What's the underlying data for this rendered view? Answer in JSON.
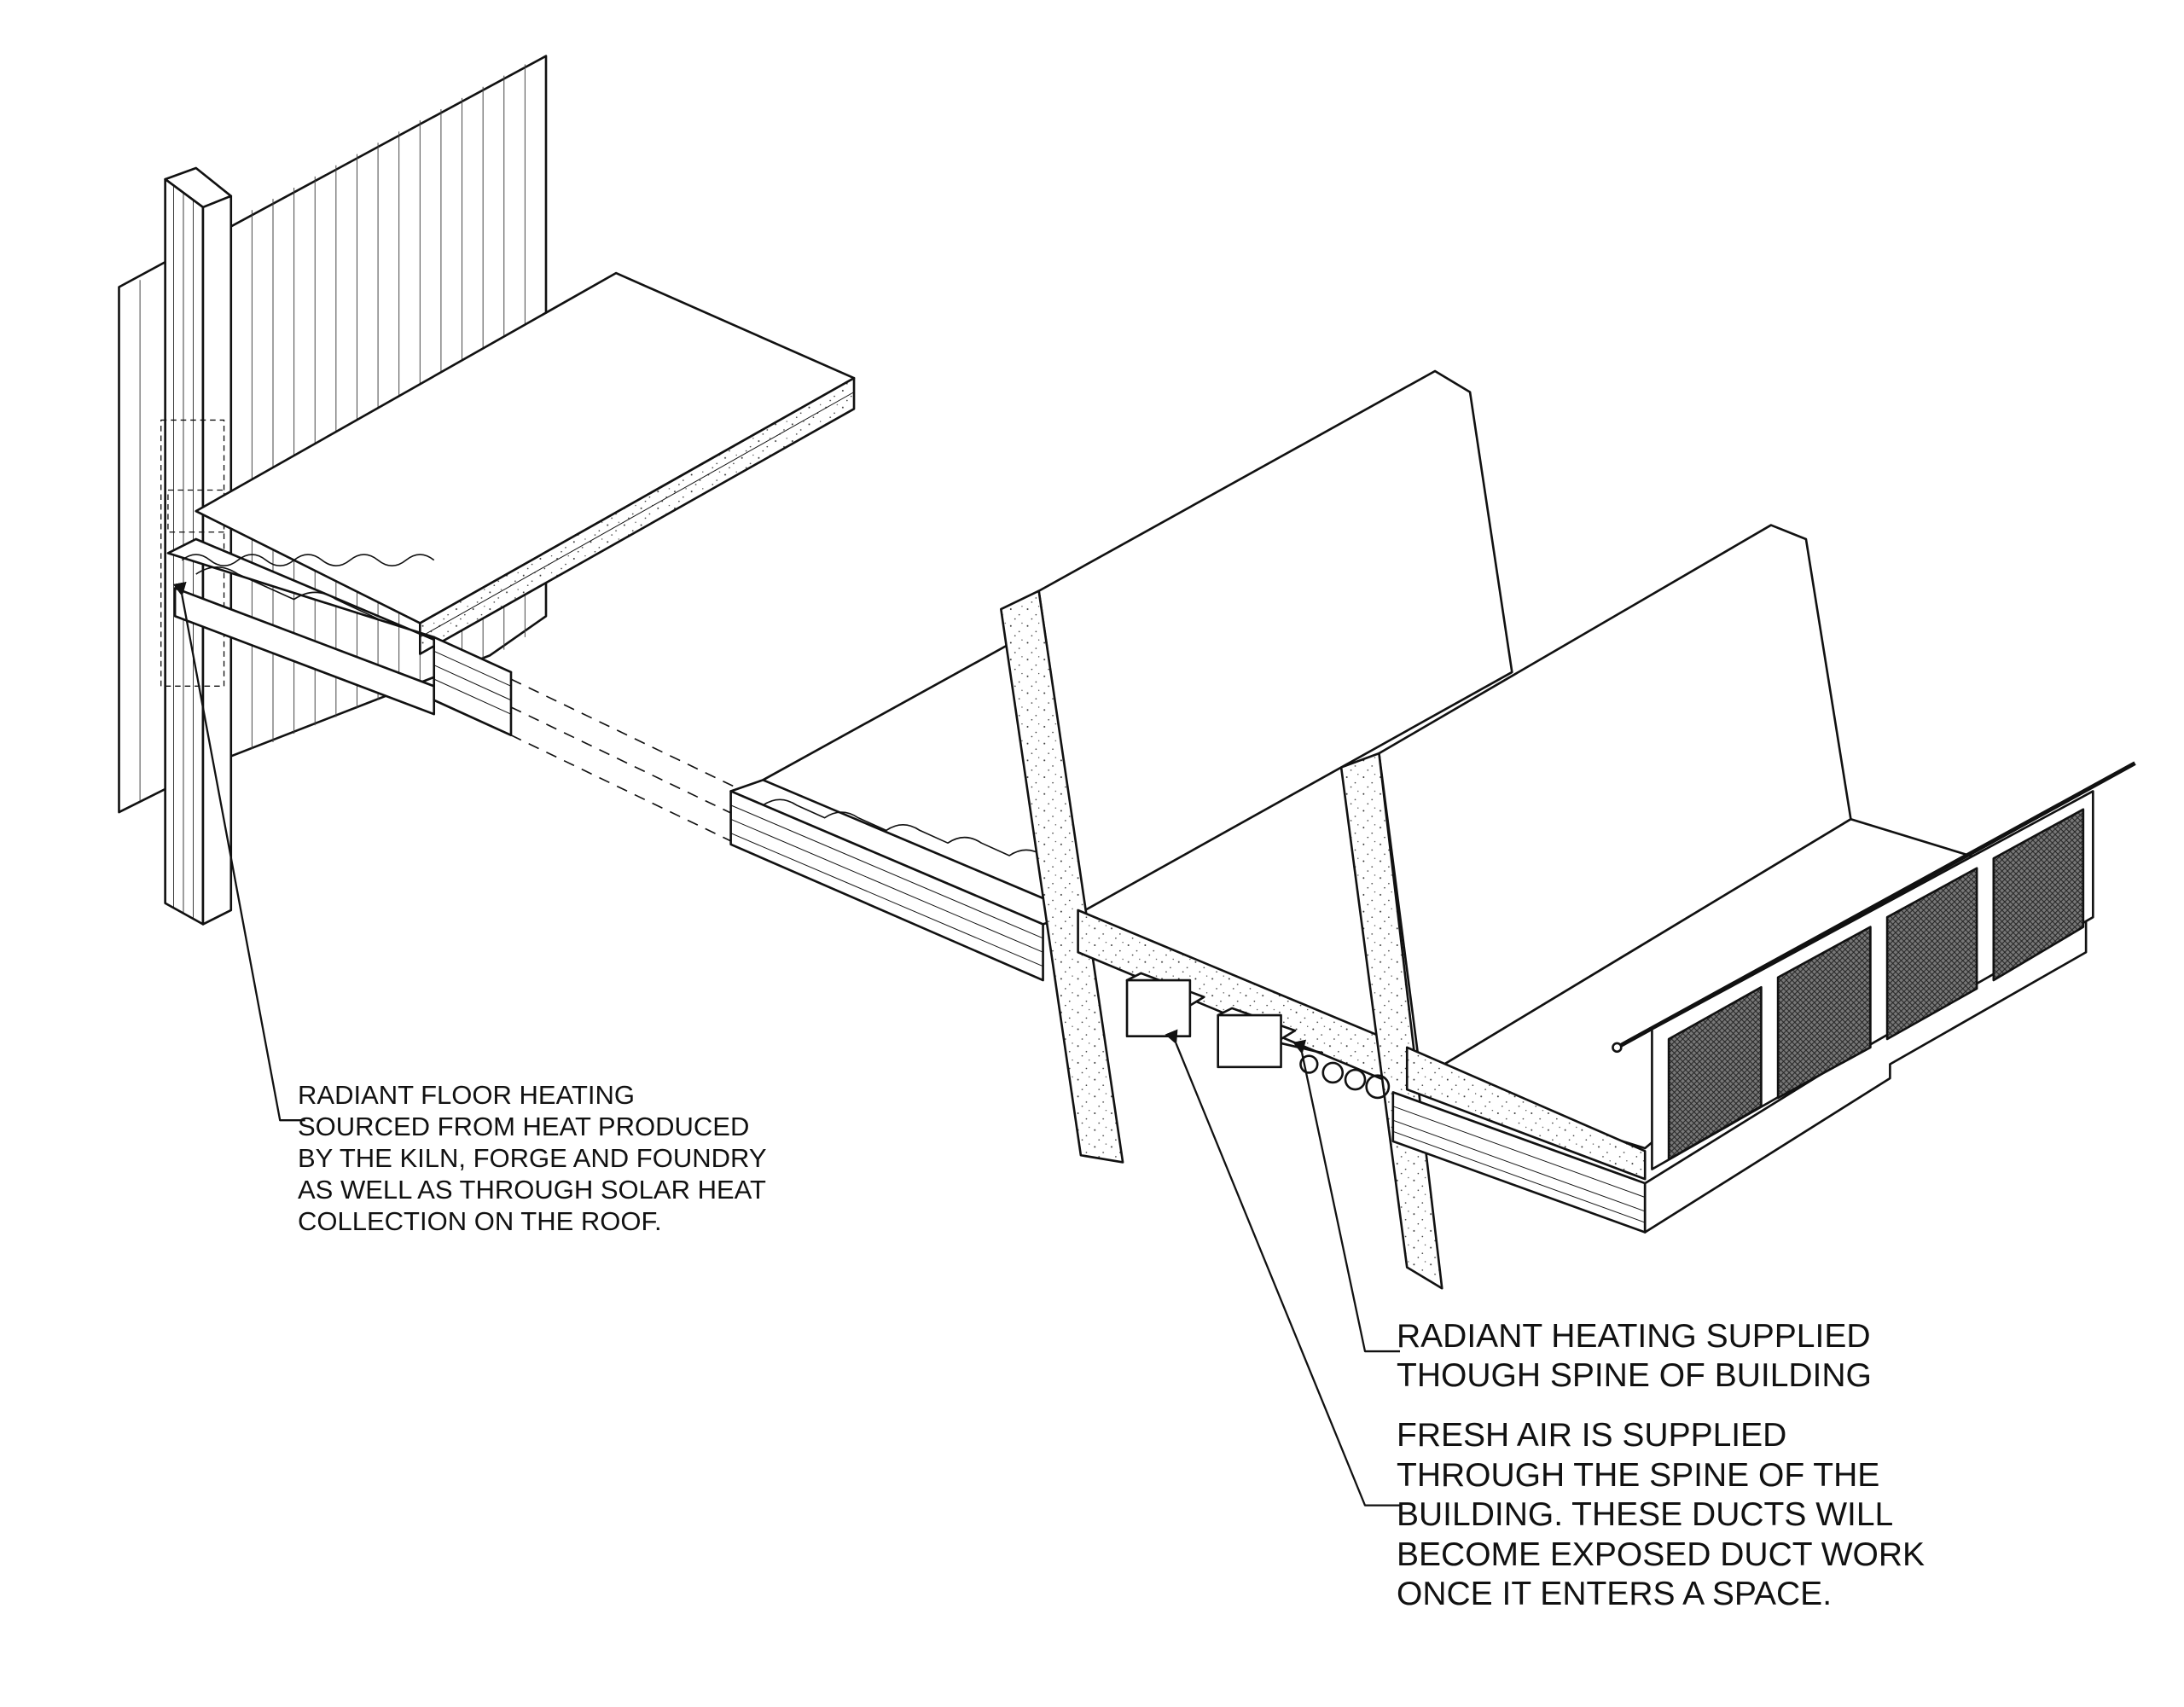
{
  "annotations": {
    "radiant_floor": {
      "lines": [
        "RADIANT FLOOR HEATING",
        "SOURCED FROM HEAT PRODUCED",
        "BY THE KILN, FORGE AND FOUNDRY",
        "AS WELL AS THROUGH SOLAR HEAT",
        "COLLECTION ON THE ROOF."
      ]
    },
    "radiant_spine": {
      "lines": [
        "RADIANT HEATING SUPPLIED",
        "THOUGH SPINE OF BUILDING"
      ]
    },
    "fresh_air": {
      "lines": [
        "FRESH AIR IS SUPPLIED",
        "THROUGH THE SPINE OF THE",
        "BUILDING. THESE DUCTS WILL",
        "BECOME EXPOSED DUCT WORK",
        "ONCE IT ENTERS A SPACE."
      ]
    }
  },
  "colors": {
    "line": "#111111",
    "background": "#ffffff",
    "mesh": "#555555"
  }
}
